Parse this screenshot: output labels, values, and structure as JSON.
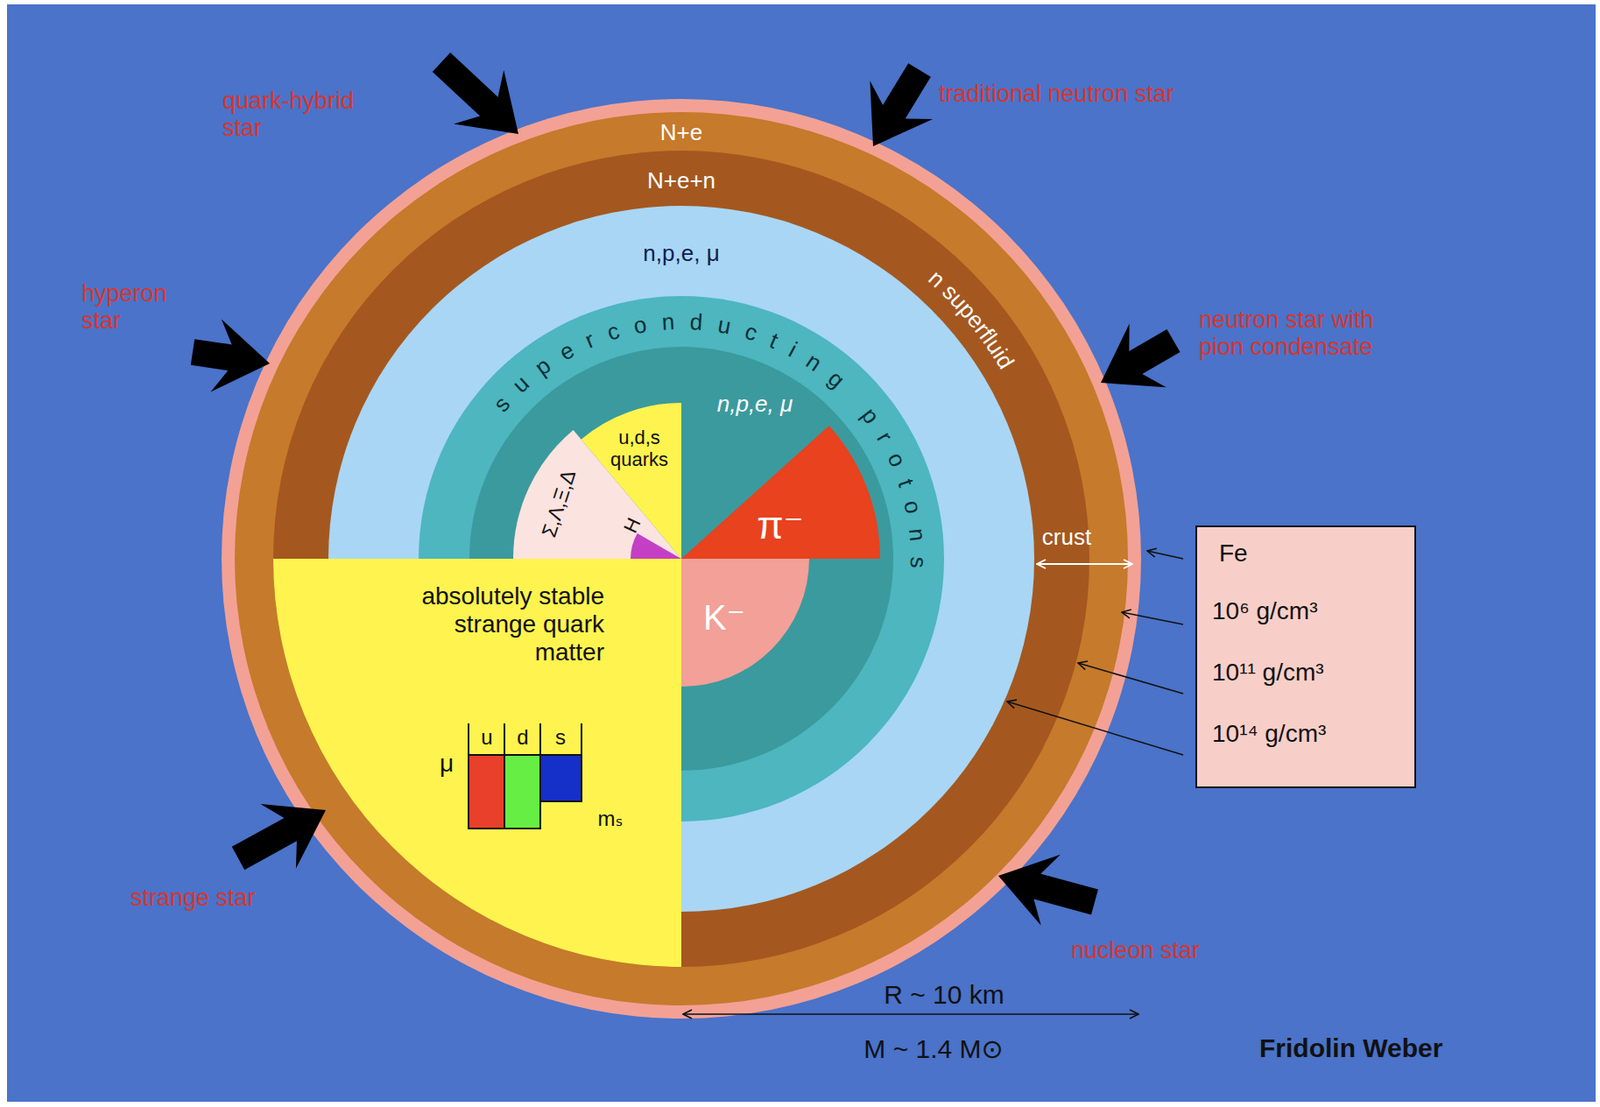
{
  "diagram": {
    "nodes": [
      {
        "text": [
          "N+e"
        ]
      },
      {
        "text": [
          "N+e+n",
          "n superfluid"
        ],
        "in": 0
      },
      {
        "text": [
          "n,p,e, μ"
        ],
        "in": 1
      },
      {
        "text": [
          "superconducting protons"
        ],
        "in": 2
      },
      {
        "text": [
          "n,p,e, μ"
        ],
        "in": 3
      },
      {
        "text": [
          "Σ,Λ,Ξ,Δ"
        ],
        "in": 4
      },
      {
        "text": [
          "H"
        ],
        "in": 5
      },
      {
        "text": [
          "u,d,s quarks"
        ],
        "in": 4
      },
      {
        "text": [
          "π⁻"
        ],
        "in": 4
      },
      {
        "text": [
          "K⁻"
        ],
        "in": 4
      },
      {
        "text": [
          "absolutely stable strange quark matter"
        ],
        "in": 1
      },
      {
        "text": [
          "Fe",
          "10⁶ g/cm³",
          "10¹¹ g/cm³",
          "10¹⁴ g/cm³"
        ]
      }
    ],
    "labels": [
      "quark-hybrid star",
      "traditional neutron star",
      "hyperon star",
      "neutron star with pion condensate",
      "strange star",
      "nucleon star",
      "crust",
      "R ~ 10 km",
      "M ~ 1.4 M⊙",
      "Fridolin Weber",
      "μ",
      "u",
      "d",
      "s",
      "mₛ"
    ]
  }
}
